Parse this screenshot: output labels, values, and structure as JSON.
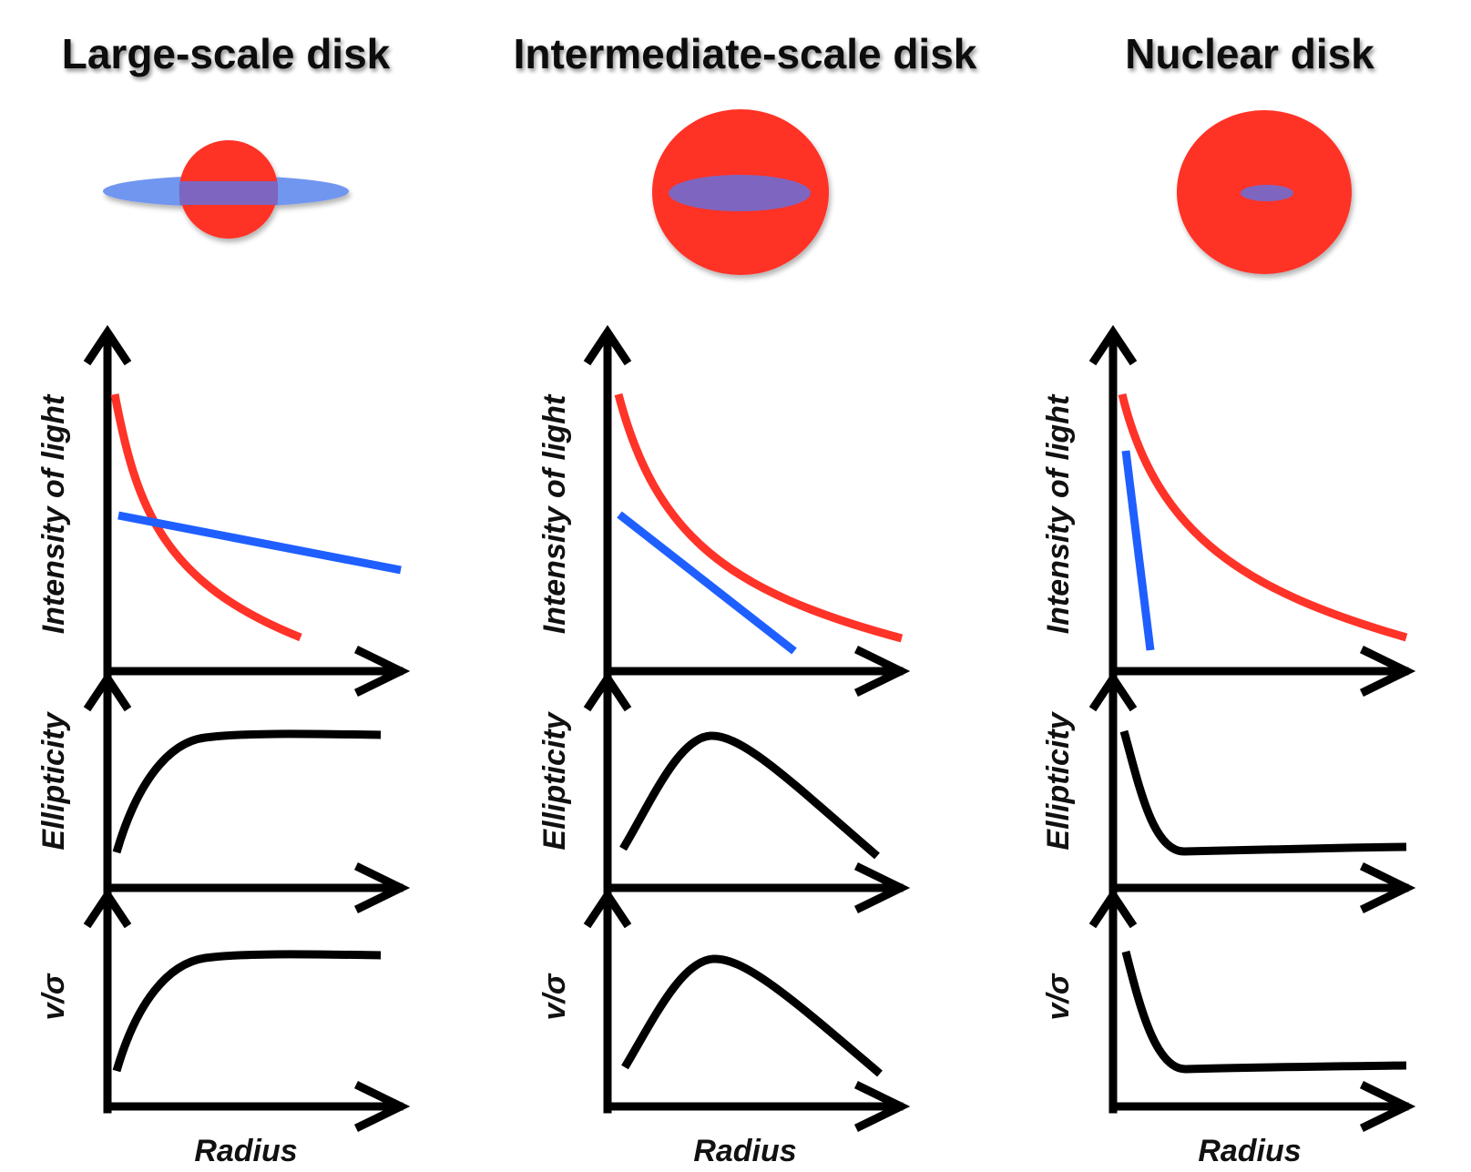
{
  "colors": {
    "bulge": "#ff3328",
    "disk": "#1f5fff",
    "disk_overlap": "#7e66c0",
    "disk_fill": "#6f96f0",
    "trend": "#000000"
  },
  "panels": [
    {
      "title": "Large-scale disk",
      "x_label": "Radius",
      "intensity": {
        "label": "Intensity of light",
        "bulge_color": "#ff3328",
        "disk_color": "#1f5fff"
      },
      "ellipticity": {
        "label": "Ellipticity"
      },
      "kinematics": {
        "label": "v/σ"
      }
    },
    {
      "title": "Intermediate-scale disk",
      "x_label": "Radius",
      "intensity": {
        "label": "Intensity of light",
        "bulge_color": "#ff3328",
        "disk_color": "#1f5fff"
      },
      "ellipticity": {
        "label": "Ellipticity"
      },
      "kinematics": {
        "label": "v/σ"
      }
    },
    {
      "title": "Nuclear disk",
      "x_label": "Radius",
      "intensity": {
        "label": "Intensity of light",
        "bulge_color": "#ff3328",
        "disk_color": "#1f5fff"
      },
      "ellipticity": {
        "label": "Ellipticity"
      },
      "kinematics": {
        "label": "v/σ"
      }
    }
  ]
}
